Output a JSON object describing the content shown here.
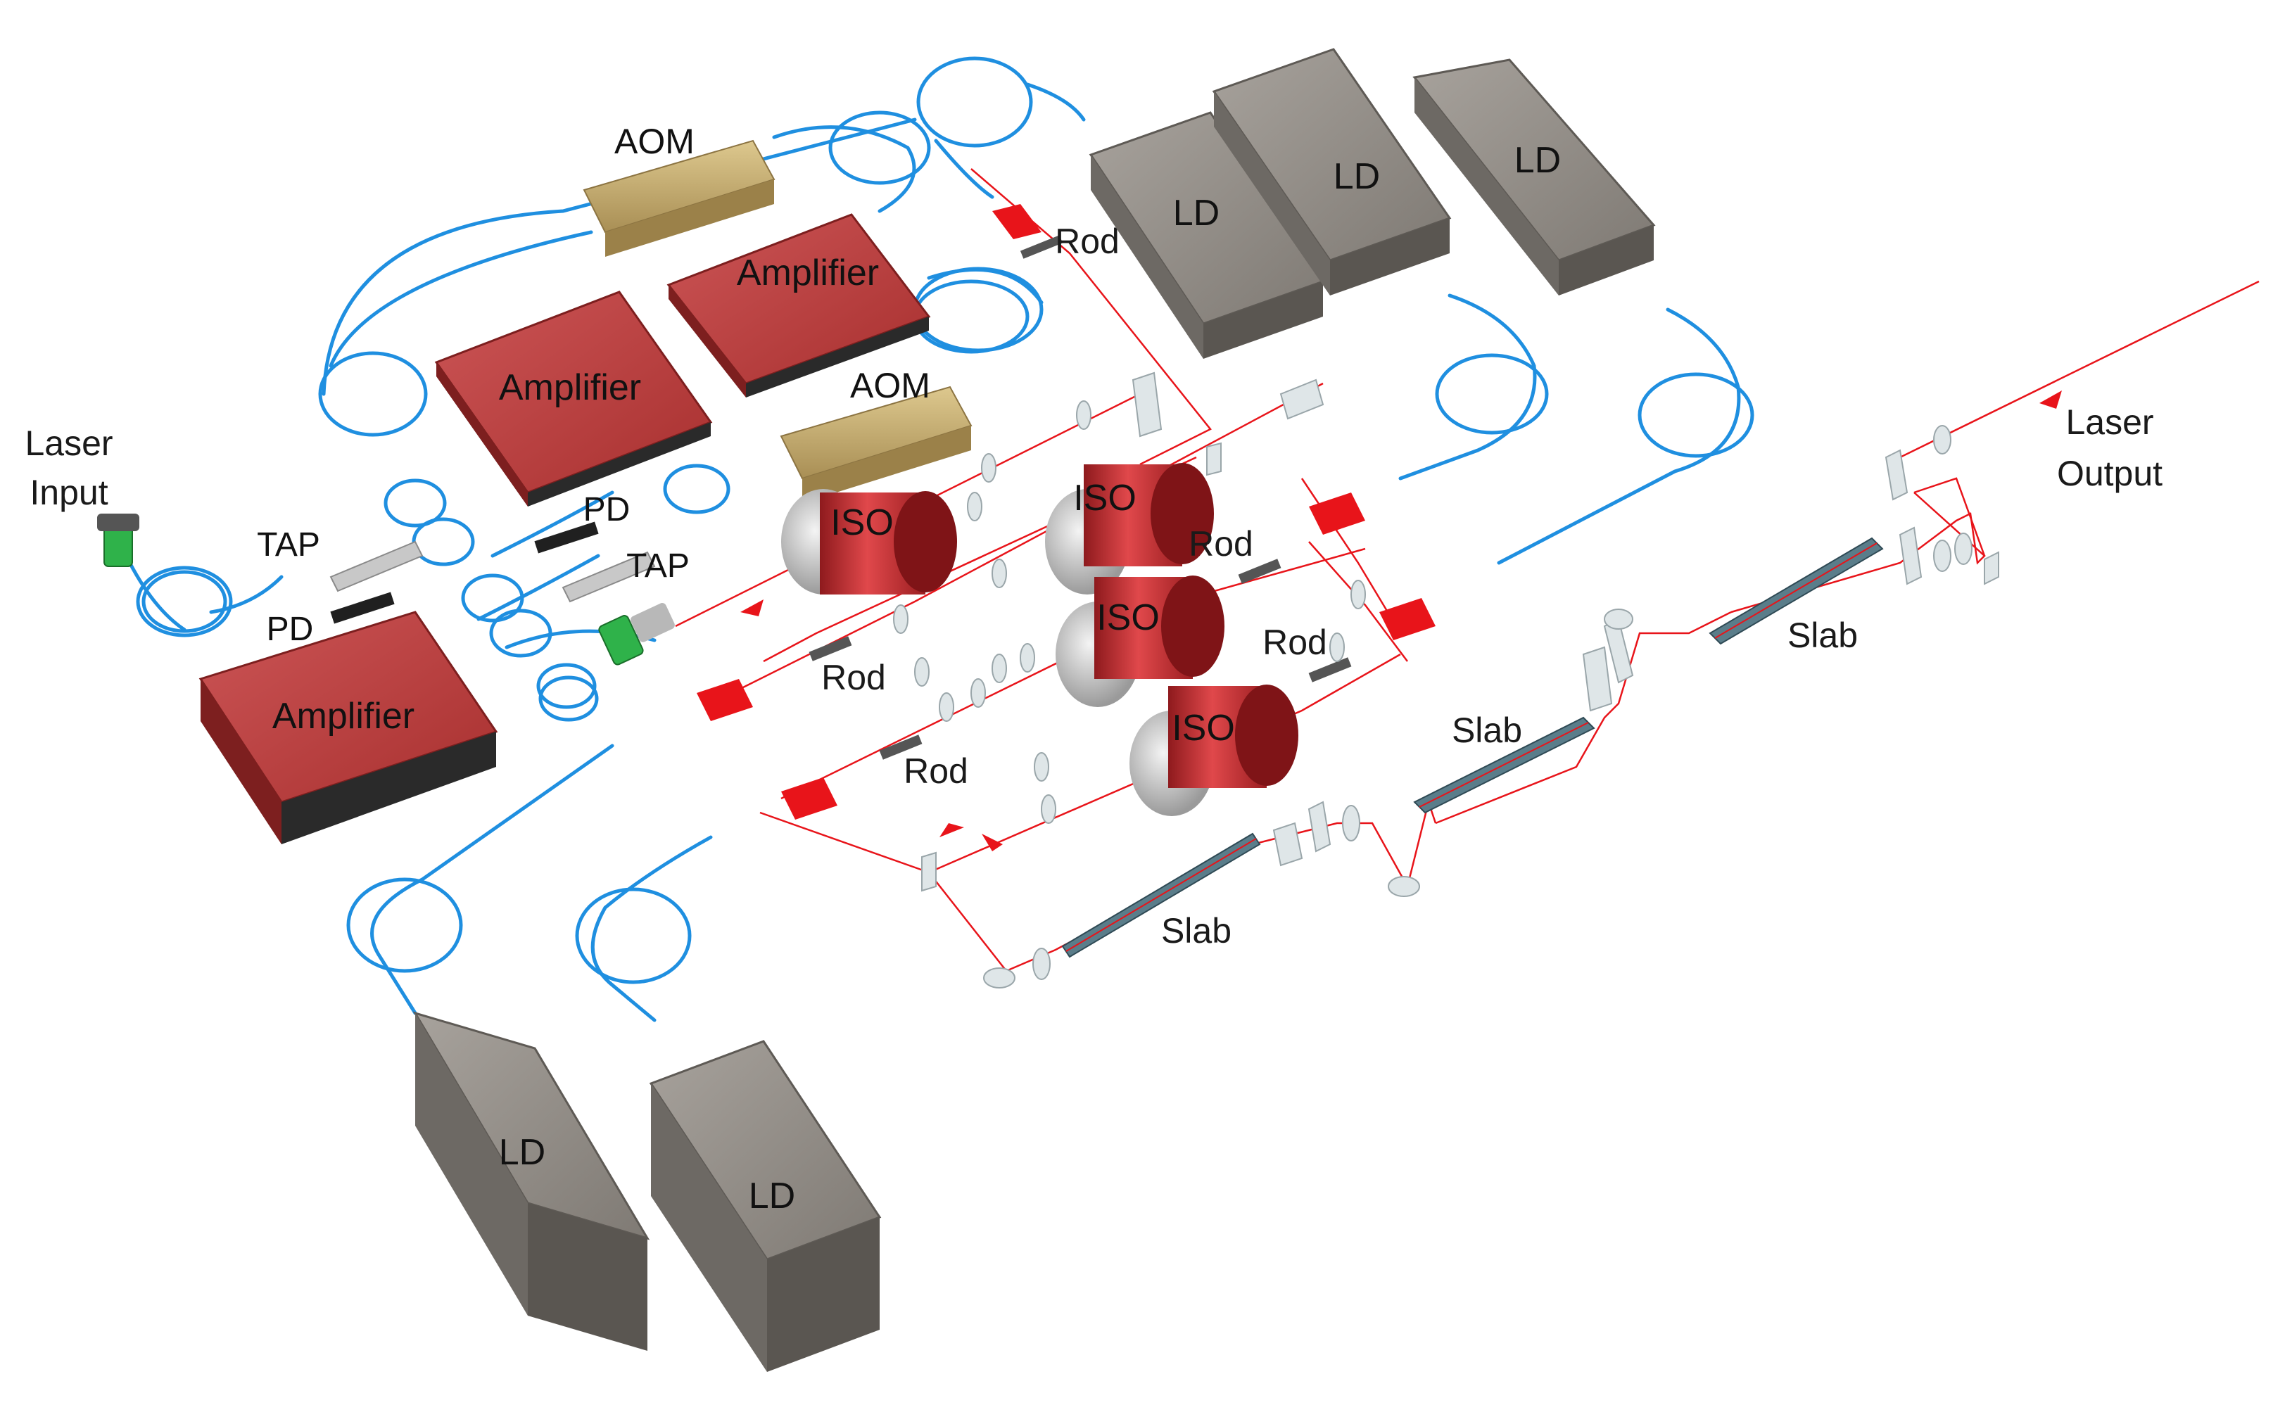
{
  "labels": {
    "laser_input_line1": "Laser",
    "laser_input_line2": "Input",
    "laser_output_line1": "Laser",
    "laser_output_line2": "Output",
    "aom": "AOM",
    "amplifier": "Amplifier",
    "tap": "TAP",
    "pd": "PD",
    "iso": "ISO",
    "rod": "Rod",
    "ld": "LD",
    "slab": "Slab"
  },
  "colors": {
    "fiber": "#1f8fe0",
    "beam": "#e8141a",
    "amplifier": "#b5383a",
    "amplifier_top": "#c6494a",
    "aom": "#cdb57a",
    "ld_body": "#8a857f",
    "ld_top": "#a19c96",
    "iso_body": "#c7282c",
    "slab": "#5a7d8a",
    "connector_green": "#2fb24a"
  }
}
